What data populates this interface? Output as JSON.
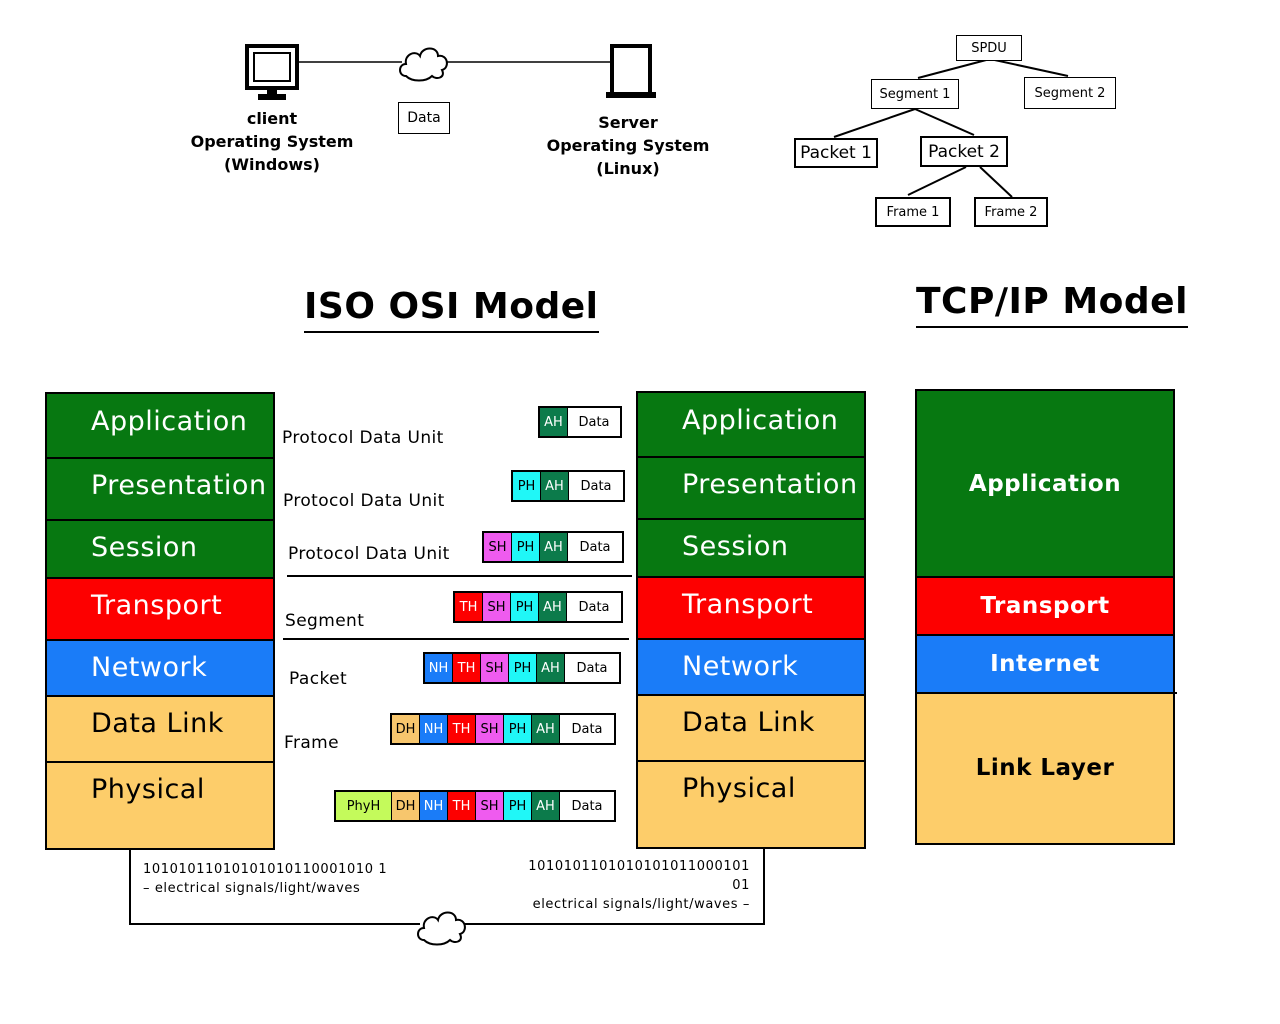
{
  "top": {
    "client": {
      "name": "client",
      "os": "Operating System",
      "os_name": "(Windows)"
    },
    "server": {
      "name": "Server",
      "os": "Operating System",
      "os_name": "(Linux)"
    },
    "data_label": "Data"
  },
  "pdu_tree": {
    "root": "SPDU",
    "segment1": "Segment 1",
    "segment2": "Segment 2",
    "packet1": "Packet 1",
    "packet2": "Packet 2",
    "frame1": "Frame 1",
    "frame2": "Frame 2"
  },
  "titles": {
    "osi": "ISO OSI Model",
    "tcpip": "TCP/IP Model"
  },
  "osi_layers": [
    "Application",
    "Presentation",
    "Session",
    "Transport",
    "Network",
    "Data Link",
    "Physical"
  ],
  "tcpip_layers": [
    "Application",
    "Transport",
    "Internet",
    "Link Layer"
  ],
  "pdu_labels": [
    "Protocol Data Unit",
    "Protocol Data Unit",
    "Protocol Data Unit",
    "Segment",
    "Packet",
    "Frame"
  ],
  "headers": {
    "phy": "PhyH",
    "dh": "DH",
    "nh": "NH",
    "th": "TH",
    "sh": "SH",
    "ph": "PH",
    "ah": "AH",
    "data": "Data"
  },
  "bits": {
    "left_line1": "10101011010101010110001010 1",
    "left_line2": "– electrical signals/light/waves",
    "right_line1": "1010101101010101011000101 01",
    "right_line2": "electrical signals/light/waves –"
  },
  "colors": {
    "green": "#077811",
    "red": "#fd0000",
    "blue": "#1a7cf8",
    "yellow": "#fdcd6a",
    "teal": "#0c7b4b",
    "magenta": "#ef5bef",
    "cyan": "#20f7f7",
    "lime": "#c4fa5b",
    "dhorange": "#f7c66d"
  },
  "icons": {
    "computer": "computer-icon",
    "server": "server-icon",
    "cloud": "cloud-icon"
  }
}
